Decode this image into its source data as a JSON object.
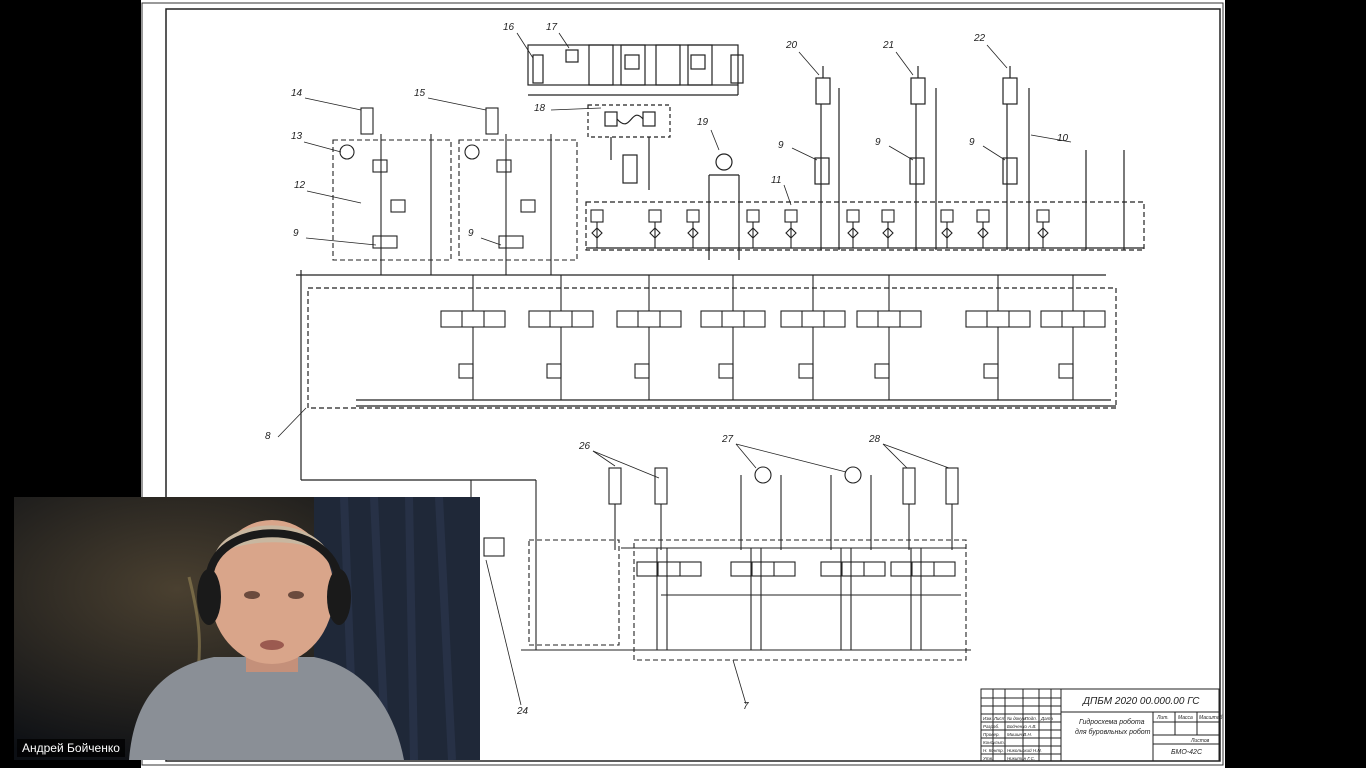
{
  "app": {
    "type": "video-conference",
    "shared_content": "cad-drawing"
  },
  "drawing": {
    "title_code": "ДПБМ 2020 00.000.00 ГС",
    "title_name_line1": "Гидросхема робота",
    "title_name_line2": "для буровльных робот",
    "org": "БМО-42С",
    "stamp_headers": [
      "Лит.",
      "Масса",
      "Масштаб"
    ],
    "stamp_sheet": "Листов",
    "stamp_rows": [
      {
        "role": "Изм. Лист",
        "name": "№ докум.",
        "sign": "Подп.",
        "date": "Дата"
      },
      {
        "role": "Разраб.",
        "name": "Бойченко А.В."
      },
      {
        "role": "Провер.",
        "name": "Мишин В.Н."
      },
      {
        "role": "Консульт.",
        "name": ""
      },
      {
        "role": "Н. Контр.",
        "name": "Никольский Н.Н."
      },
      {
        "role": "Утв.",
        "name": "Никитин Г.С."
      }
    ],
    "callouts": [
      "16",
      "17",
      "18",
      "19",
      "20",
      "21",
      "22",
      "14",
      "15",
      "13",
      "12",
      "9",
      "9",
      "9",
      "9",
      "9",
      "10",
      "11",
      "8",
      "26",
      "27",
      "28",
      "24",
      "7"
    ]
  },
  "video": {
    "participant_name": "Андрей Бойченко",
    "colors": {
      "background": "#0c0f14",
      "curtain": "#1f2838",
      "skin": "#d9a58a",
      "shirt": "#8a8f96",
      "headphones": "#1a1a1a"
    }
  }
}
